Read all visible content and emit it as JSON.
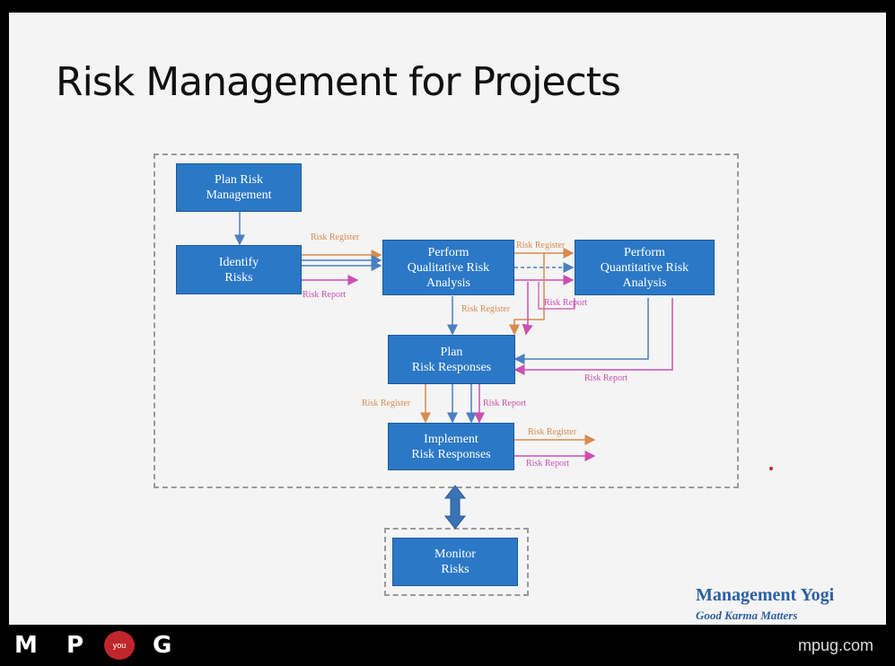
{
  "slide": {
    "title": "Risk Management for Projects"
  },
  "diagram": {
    "boxes": {
      "plan_risk": "Plan Risk\nManagement",
      "identify": "Identify\nRisks",
      "qualitative": "Perform\nQualitative Risk\nAnalysis",
      "quantitative": "Perform\nQuantitative Risk\nAnalysis",
      "plan_responses": "Plan\nRisk Responses",
      "implement": "Implement\nRisk Responses",
      "monitor": "Monitor\nRisks"
    },
    "labels": {
      "register_identify_out": "Risk Register",
      "report_identify_out": "Risk Report",
      "register_qual_out": "Risk Register",
      "register_qual_down": "Risk Register",
      "report_quant_left": "Risk Report",
      "report_quant_right": "Risk Report",
      "register_plan_down": "Risk Register",
      "report_plan_down": "Risk Report",
      "register_impl_out": "Risk Register",
      "report_impl_out": "Risk Report"
    }
  },
  "watermark": {
    "brand": "Management Yogi",
    "tagline": "Good Karma Matters"
  },
  "footer": {
    "logo": [
      "M",
      "P",
      "G"
    ],
    "badge": "you",
    "site": "mpug.com"
  },
  "colors": {
    "box_fill": "#2b78c6",
    "flow_blue": "#4a7fc0",
    "register_orange": "#d98a4e",
    "report_pink": "#cc4fb0"
  }
}
